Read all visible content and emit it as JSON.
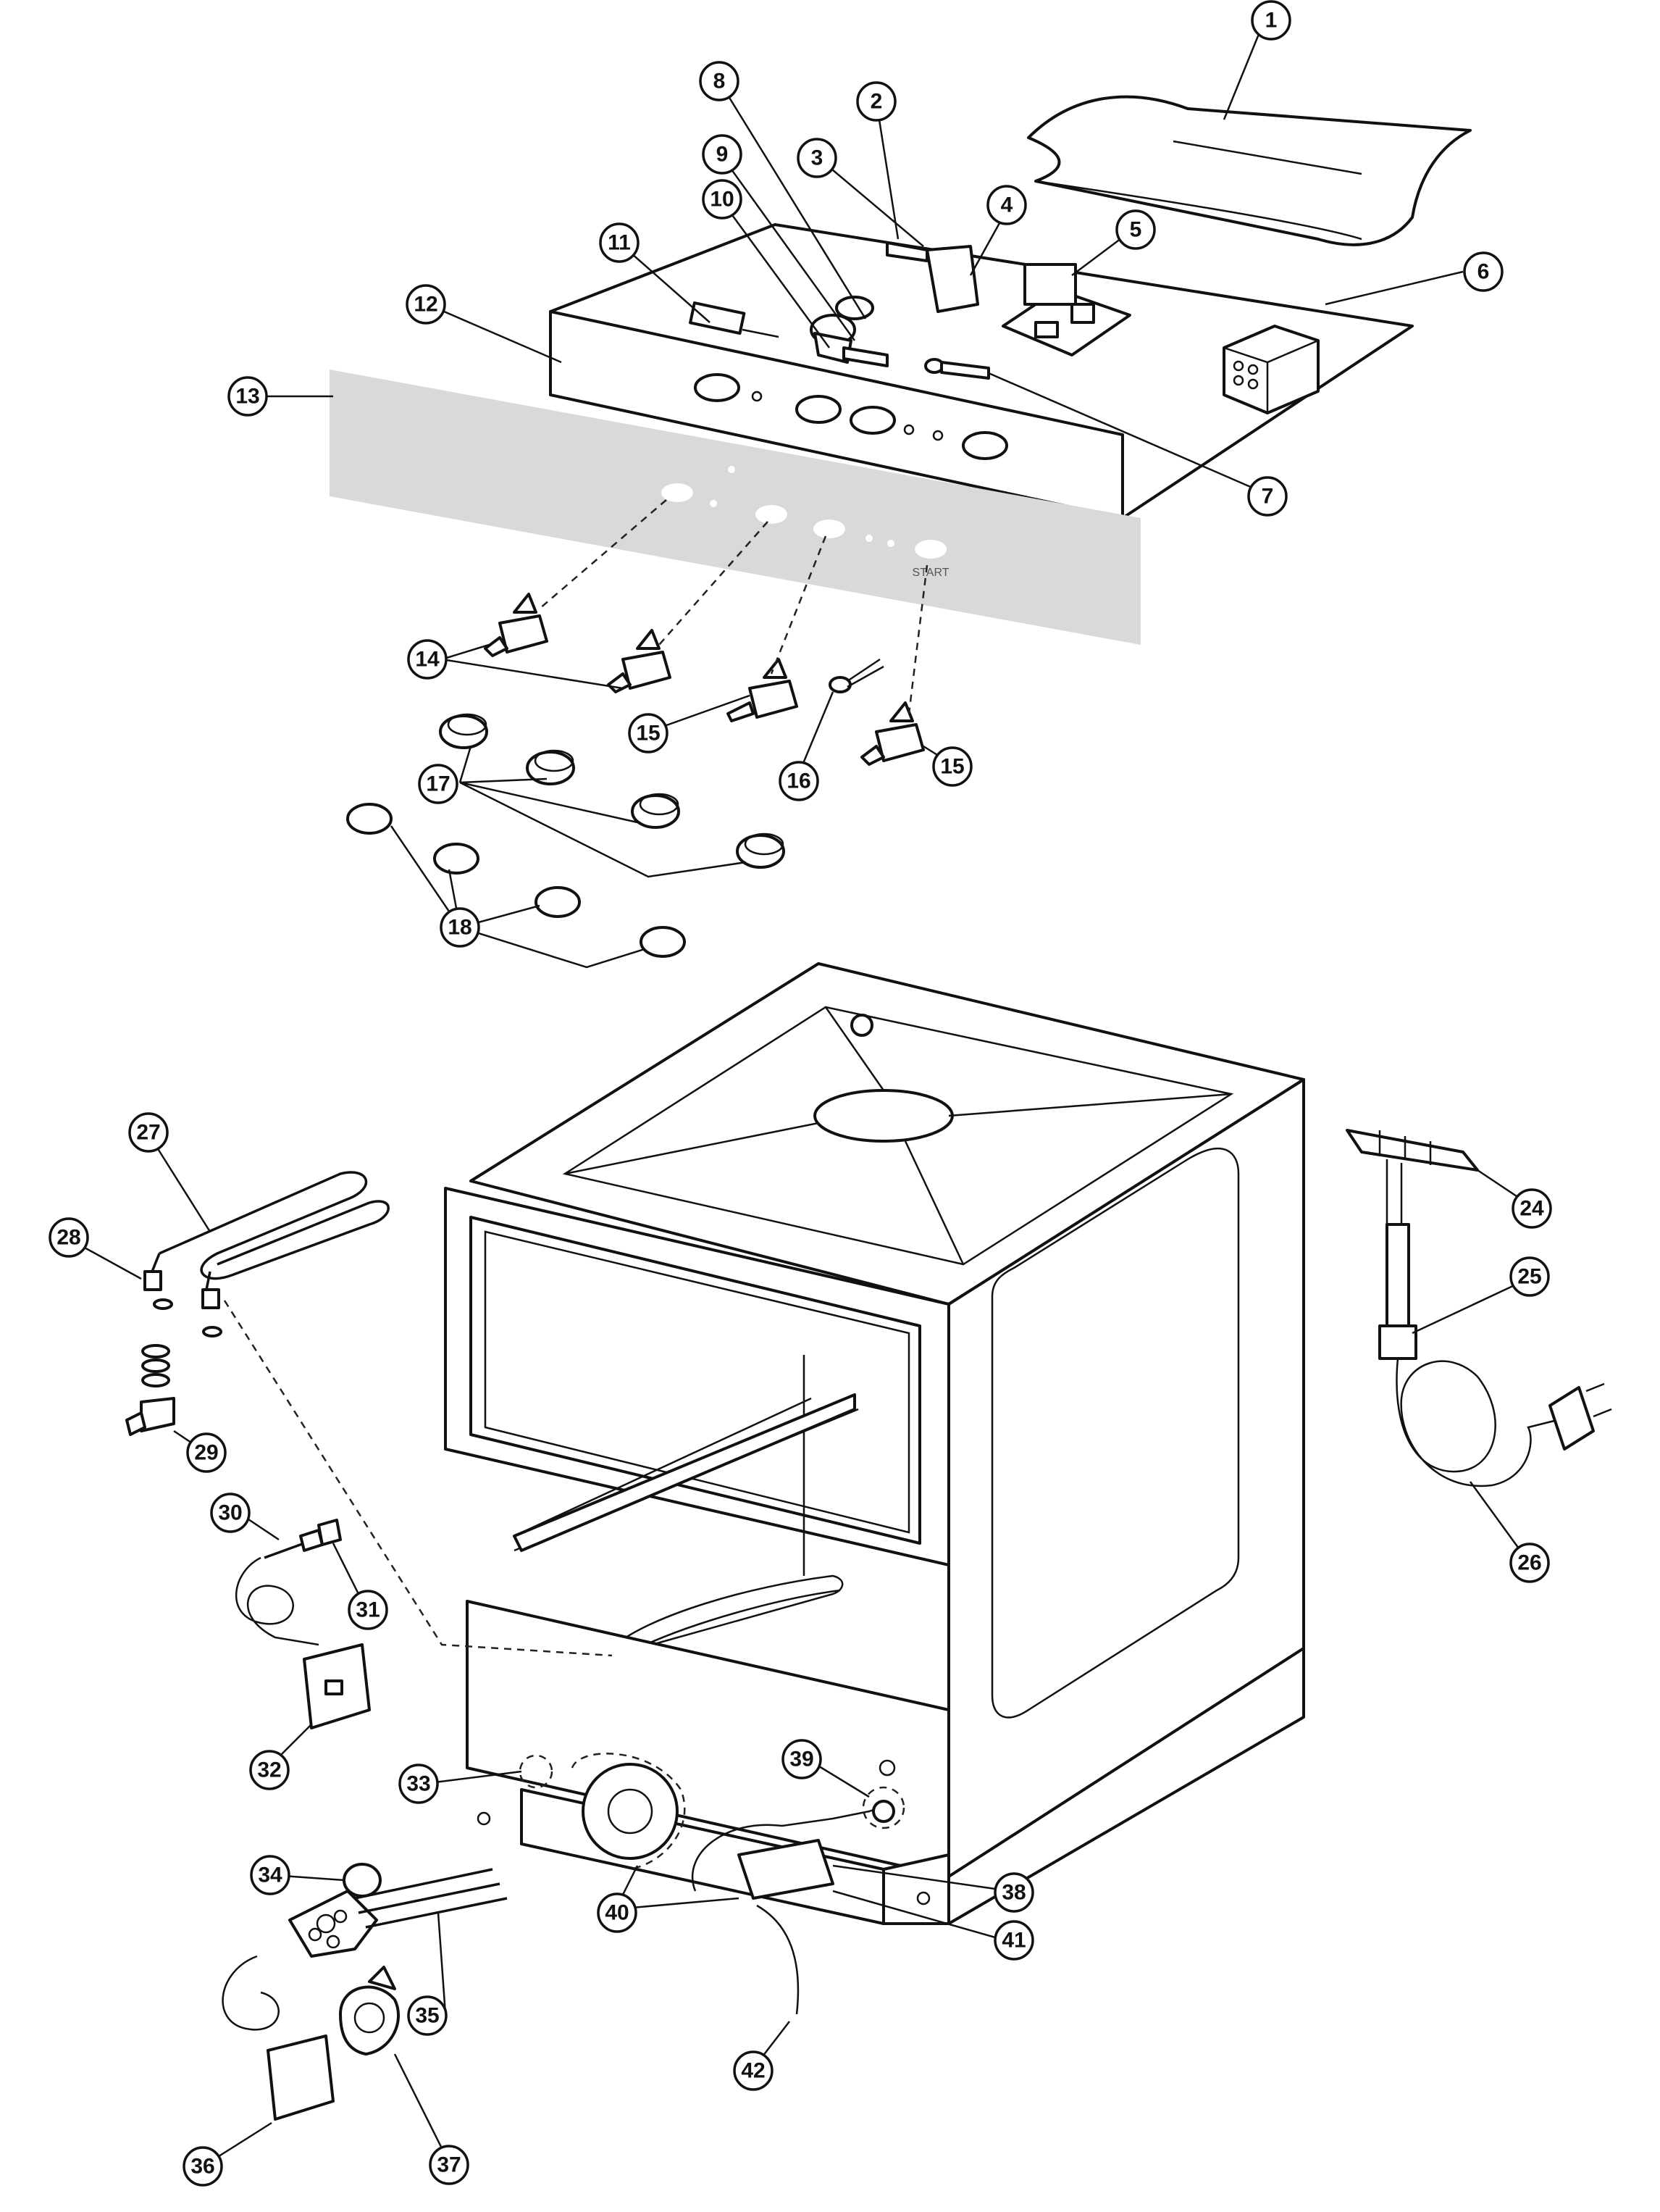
{
  "callouts": [
    {
      "id": "c1",
      "label": "1"
    },
    {
      "id": "c2",
      "label": "2"
    },
    {
      "id": "c3",
      "label": "3"
    },
    {
      "id": "c4",
      "label": "4"
    },
    {
      "id": "c5",
      "label": "5"
    },
    {
      "id": "c6",
      "label": "6"
    },
    {
      "id": "c7",
      "label": "7"
    },
    {
      "id": "c8",
      "label": "8"
    },
    {
      "id": "c9",
      "label": "9"
    },
    {
      "id": "c10",
      "label": "10"
    },
    {
      "id": "c11",
      "label": "11"
    },
    {
      "id": "c12",
      "label": "12"
    },
    {
      "id": "c13",
      "label": "13"
    },
    {
      "id": "c14",
      "label": "14"
    },
    {
      "id": "c15a",
      "label": "15"
    },
    {
      "id": "c15b",
      "label": "15"
    },
    {
      "id": "c16",
      "label": "16"
    },
    {
      "id": "c17",
      "label": "17"
    },
    {
      "id": "c18",
      "label": "18"
    },
    {
      "id": "c24",
      "label": "24"
    },
    {
      "id": "c25",
      "label": "25"
    },
    {
      "id": "c26",
      "label": "26"
    },
    {
      "id": "c27",
      "label": "27"
    },
    {
      "id": "c28",
      "label": "28"
    },
    {
      "id": "c29",
      "label": "29"
    },
    {
      "id": "c30",
      "label": "30"
    },
    {
      "id": "c31",
      "label": "31"
    },
    {
      "id": "c32",
      "label": "32"
    },
    {
      "id": "c33",
      "label": "33"
    },
    {
      "id": "c34",
      "label": "34"
    },
    {
      "id": "c35",
      "label": "35"
    },
    {
      "id": "c36",
      "label": "36"
    },
    {
      "id": "c37",
      "label": "37"
    },
    {
      "id": "c38",
      "label": "38"
    },
    {
      "id": "c39",
      "label": "39"
    },
    {
      "id": "c40",
      "label": "40"
    },
    {
      "id": "c41",
      "label": "41"
    },
    {
      "id": "c42",
      "label": "42"
    }
  ],
  "panel_text": {
    "start": "START"
  }
}
